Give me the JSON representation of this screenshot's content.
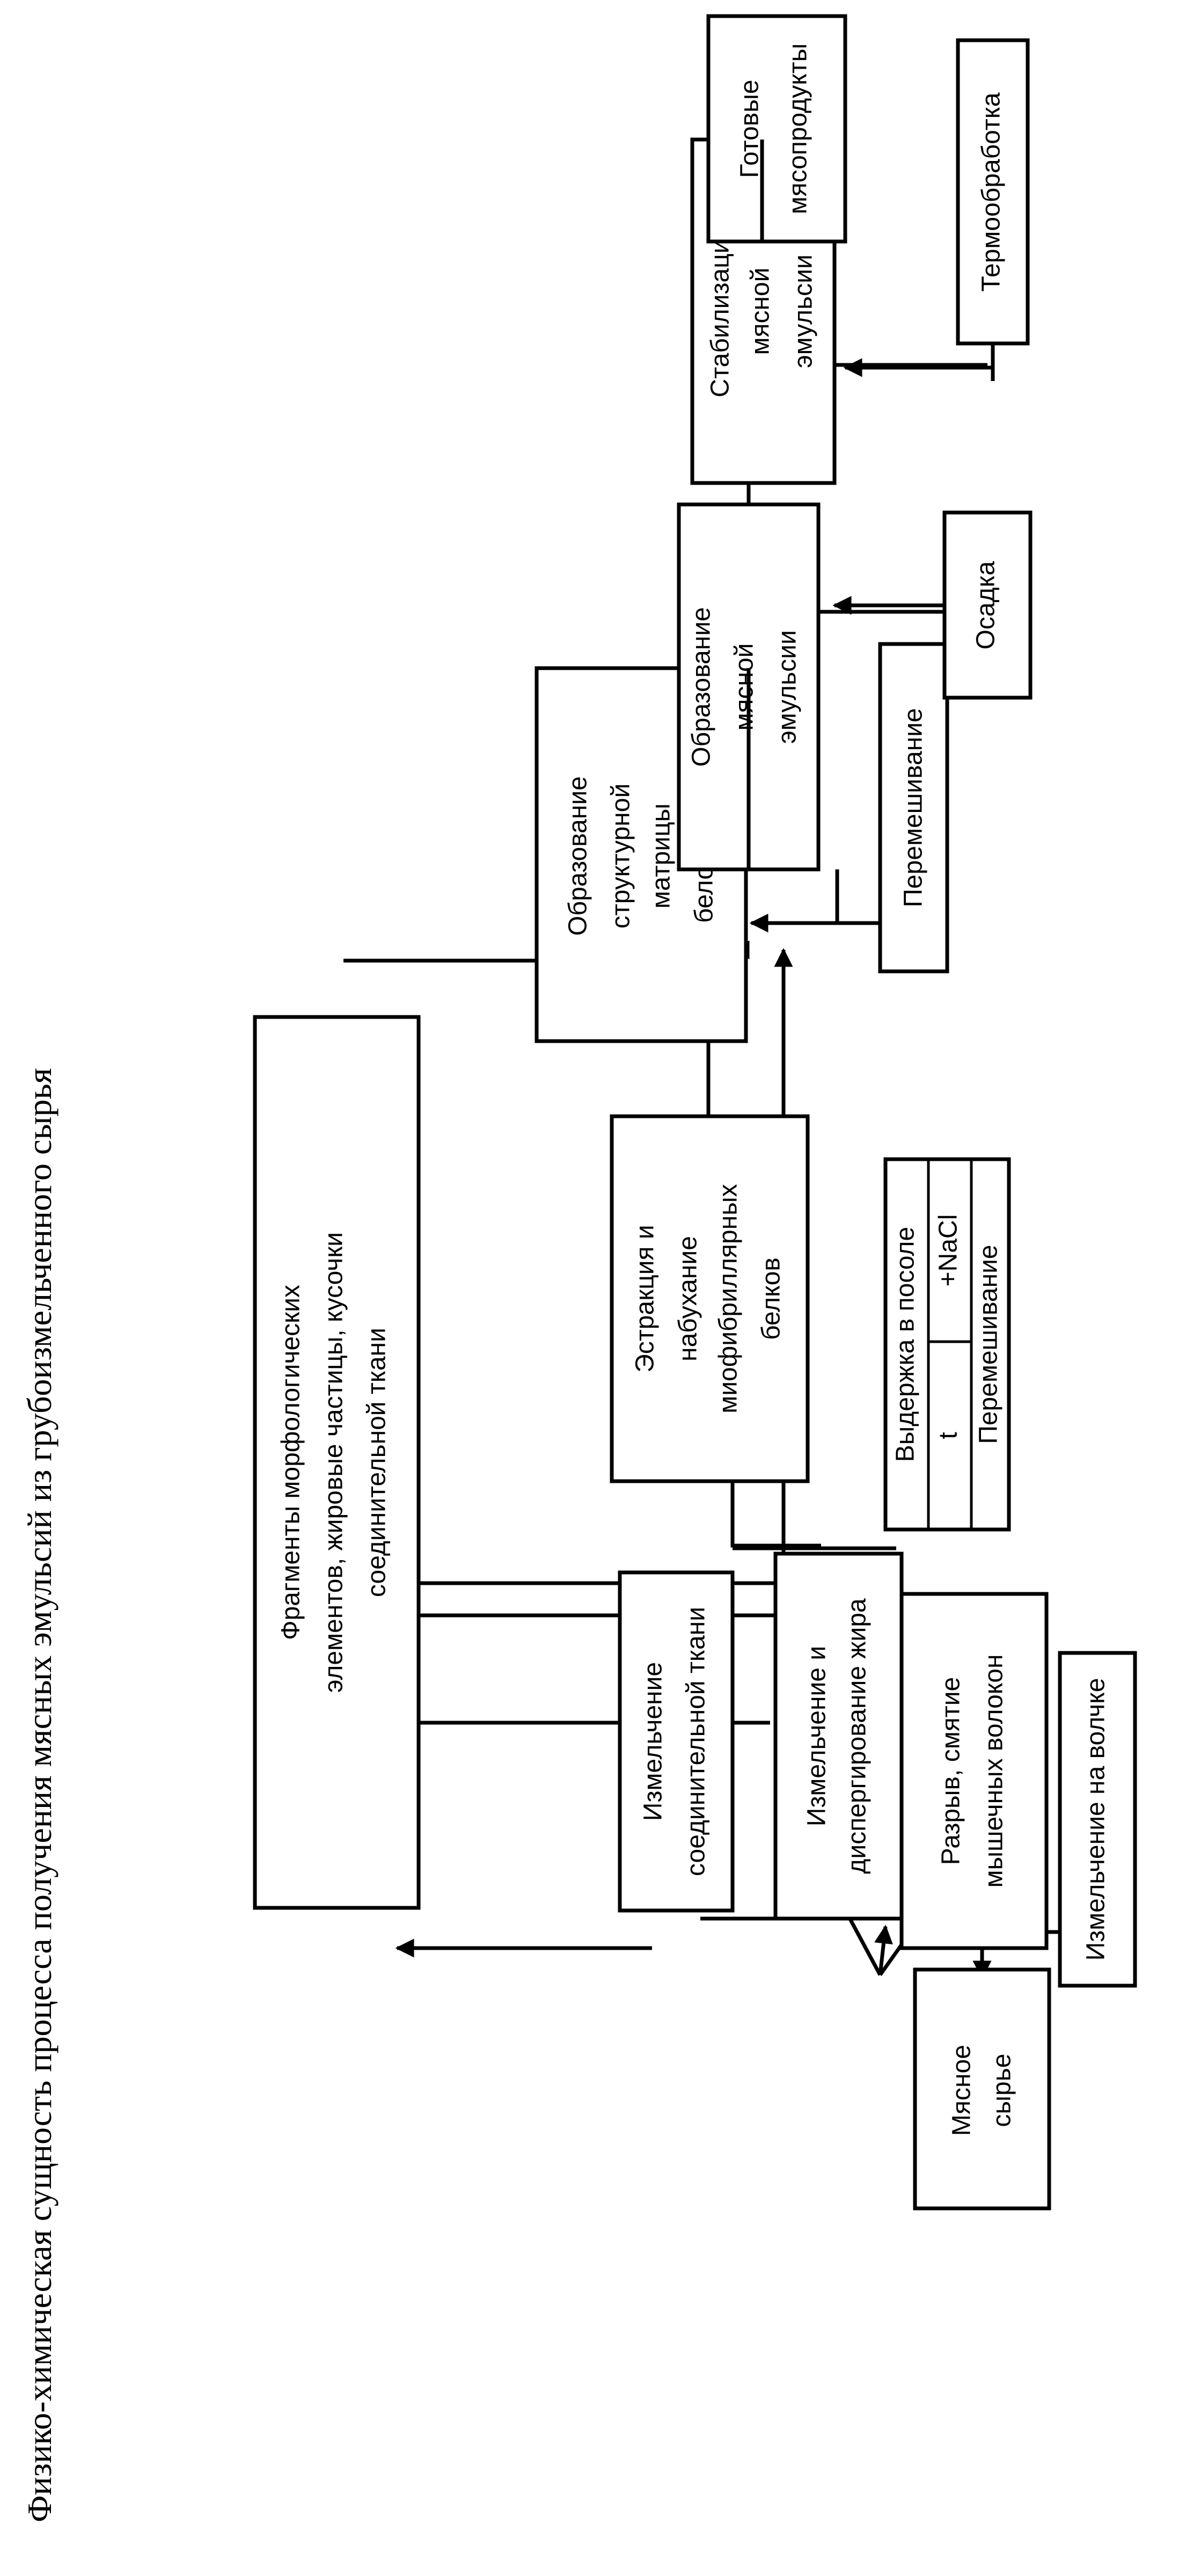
{
  "title": "Физико-химическая сущность процесса получения мясных эмульсий из грубоизмельченного сырья",
  "boxes": {
    "grinding_volchok": "Измельчение на волчке",
    "raw_meat": [
      "Мясное",
      "сырье"
    ],
    "fiber_rupture": [
      "Разрыв, смятие",
      "мышечных волокон"
    ],
    "fat_dispersion": [
      "Измельчение и",
      "диспергирование жира"
    ],
    "connective_grinding": [
      "Измельчение",
      "соединительной ткани"
    ],
    "mixing_table": {
      "header": "Перемешивание",
      "cell_t": "t",
      "cell_nacl": "+NaCl",
      "footer": "Выдержка в посоле"
    },
    "extraction": [
      "Эстракция и",
      "набухание",
      "миофибриллярных",
      "белков"
    ],
    "matrix": [
      "Образование",
      "структурной",
      "матрицы",
      "белок-вода"
    ],
    "fragments": [
      "Фрагменты морфологических",
      "элементов, жировые частицы, кусочки",
      "соединительной ткани"
    ],
    "mixing2": "Перемешивание",
    "emulsion_formation": [
      "Образование",
      "мясной",
      "эмульсии"
    ],
    "settling": "Осадка",
    "stabilization": [
      "Стабилизация",
      "мясной",
      "эмульсии"
    ],
    "heat_treatment": "Термообработка",
    "finished_products": [
      "Готовые",
      "мясопродукты"
    ]
  }
}
